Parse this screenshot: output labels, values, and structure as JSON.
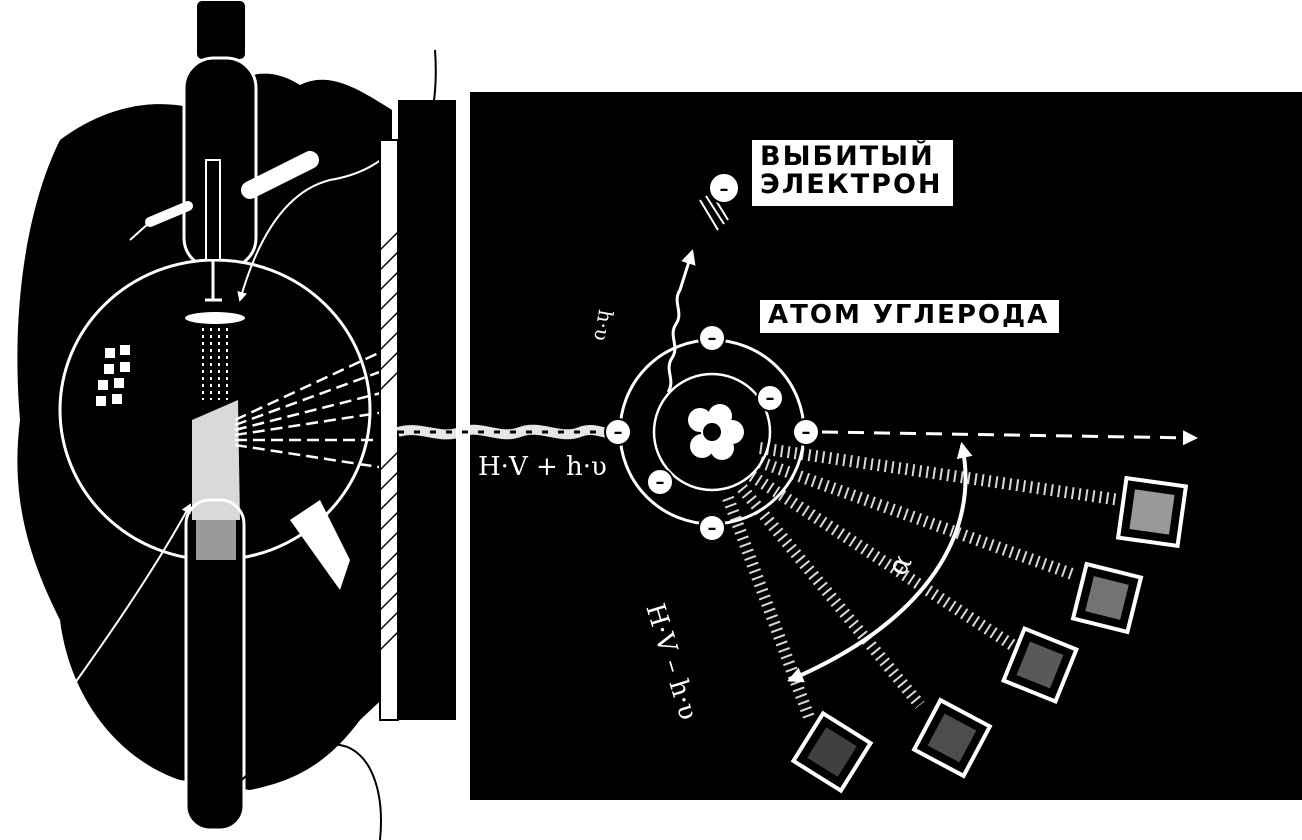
{
  "labels": {
    "ejected_electron": [
      "ВЫБИТЫЙ",
      "ЭЛЕКТРОН"
    ],
    "carbon_atom": "АТОМ УГЛЕРОДА"
  },
  "formulas": {
    "incident": "H·V + h·υ",
    "scattered": "H·V – h·υ",
    "recoil": "h·υ",
    "angle": "α"
  },
  "electron_sign": "–",
  "colors": {
    "ink": "#000000",
    "paper": "#ffffff"
  }
}
